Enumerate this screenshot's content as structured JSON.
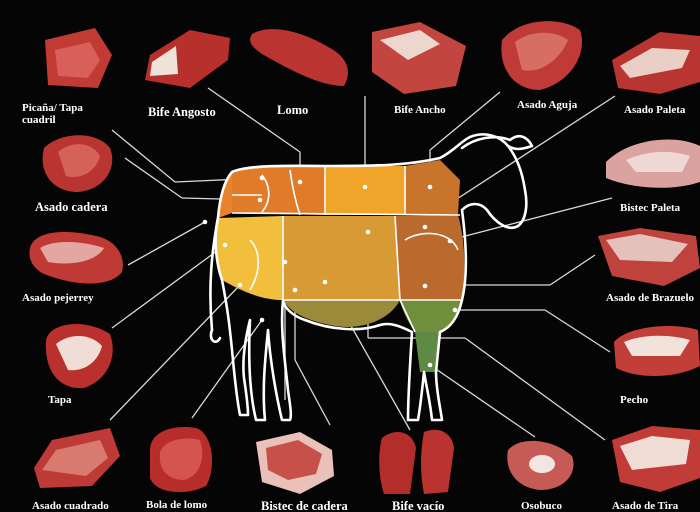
{
  "colors": {
    "background": "#050505",
    "outline": "#ffffff",
    "leader_line": "#d9d9d9",
    "meat_red": "#c0392b",
    "fat_white": "#f2e3dc"
  },
  "labels": {
    "picana": "Picaña/ Tapa cuadril",
    "bife_angosto": "Bife Angosto",
    "lomo": "Lomo",
    "bife_ancho": "Bife Ancho",
    "asado_aguja": "Asado Aguja",
    "asado_paleta": "Asado Paleta",
    "asado_cadera": "Asado cadera",
    "bistec_paleta": "Bistec Paleta",
    "asado_pejerrey": "Asado pejerrey",
    "asado_brazuelo": "Asado de Brazuelo",
    "tapa": "Tapa",
    "pecho": "Pecho",
    "asado_cuadrado": "Asado cuadrado",
    "bola_lomo": "Bola de lomo",
    "bistec_cadera": "Bistec de cadera",
    "bife_vacio": "Bife vacío",
    "osobuco": "Osobuco",
    "asado_tira": "Asado de Tira"
  },
  "region_colors": {
    "hindquarter_top": "#e07b2a",
    "hindquarter_low": "#f2bf3c",
    "rear_leg": "#e8a63b",
    "back_middle": "#f0a429",
    "flank": "#a38a3a",
    "belly": "#7f8a3a",
    "chuck": "#c8752b",
    "shoulder": "#b96a2c",
    "brisket": "#6f8f3c",
    "shank": "#5e8a46"
  }
}
